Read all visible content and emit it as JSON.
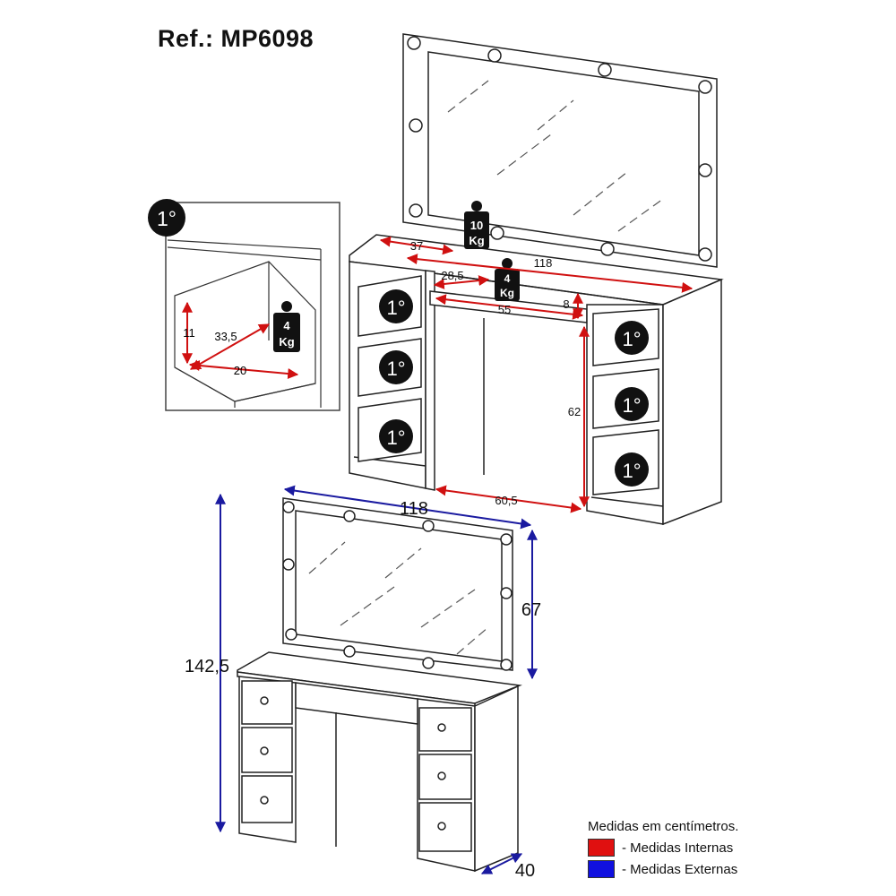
{
  "ref": "Ref.: MP6098",
  "weights": {
    "mirror": {
      "num": "10",
      "unit": "Kg"
    },
    "drawer": {
      "num": "4",
      "unit": "Kg"
    },
    "detail": {
      "num": "4",
      "unit": "Kg"
    }
  },
  "badge": "1°",
  "internal_dims": {
    "depth_top": "37",
    "width_top": "118",
    "drawer_depth": "28,5",
    "drawer_width": "55",
    "drawer_height": "8",
    "leg_height": "62",
    "leg_width": "60,5"
  },
  "detail_dims": {
    "height": "11",
    "depth": "33,5",
    "width": "20"
  },
  "external_dims": {
    "width": "118",
    "height": "142,5",
    "mirror_height": "67",
    "depth": "40"
  },
  "legend": {
    "title": "Medidas em centímetros.",
    "internal": "- Medidas Internas",
    "external": "- Medidas Externas"
  },
  "colors": {
    "internal": "#e01010",
    "external": "#1010e0",
    "badge": "#111111"
  }
}
